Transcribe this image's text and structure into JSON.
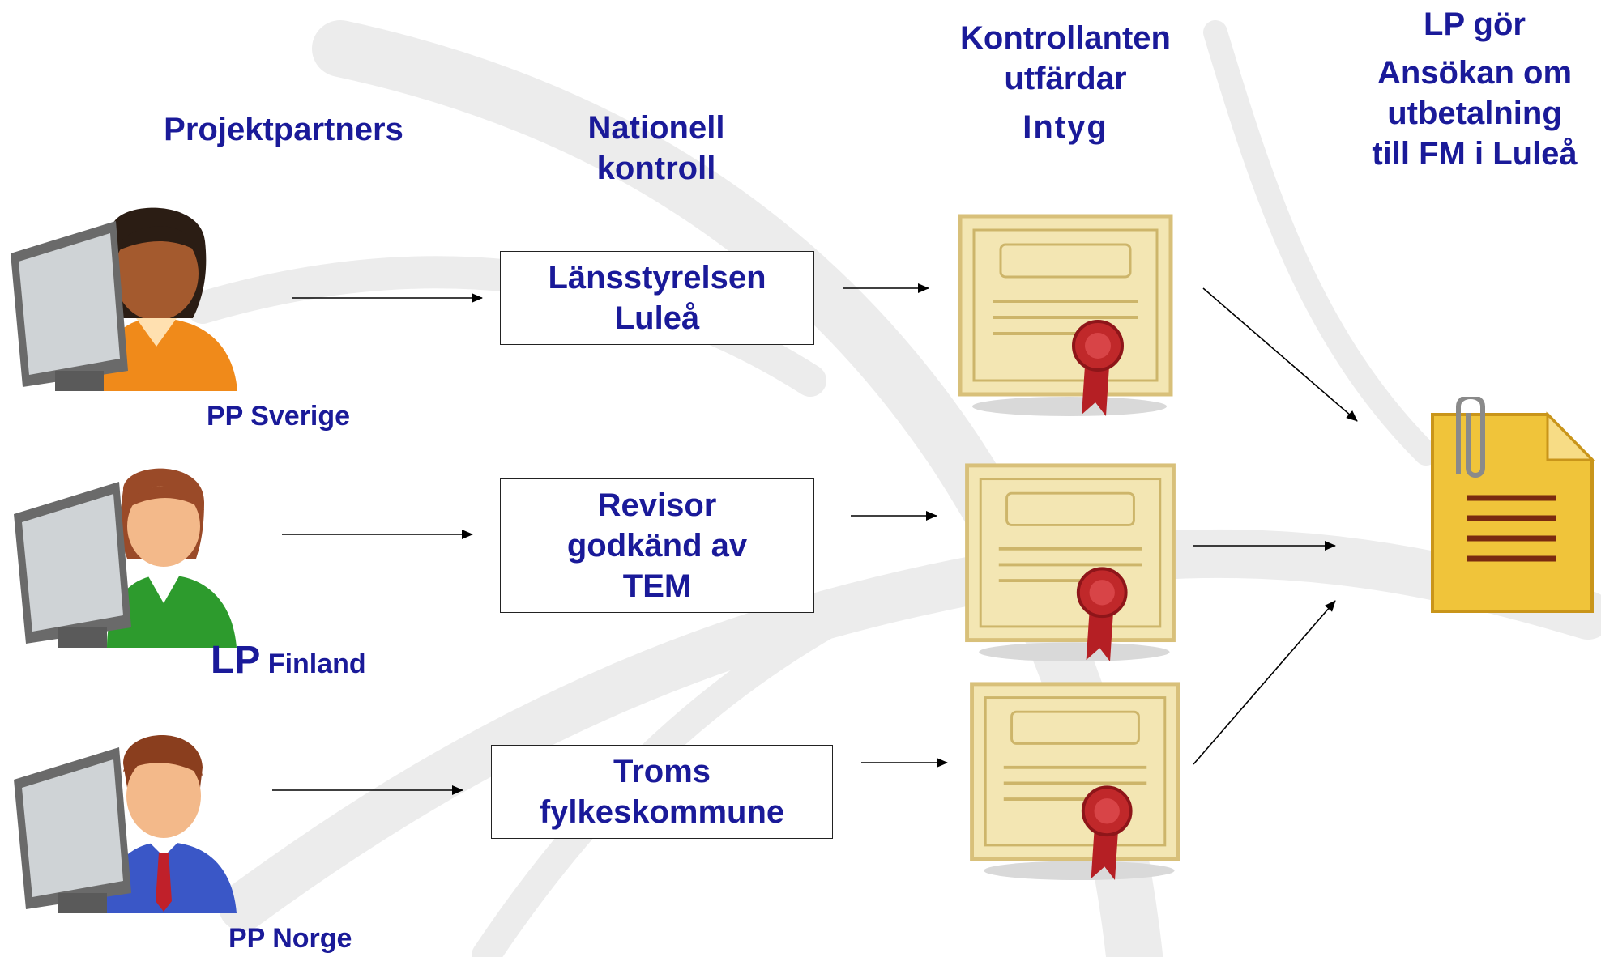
{
  "headers": {
    "partners": "Projektpartners",
    "national_control_line1": "Nationell",
    "national_control_line2": "kontroll",
    "controller_line1": "Kontrollanten",
    "controller_line2": "utfärdar",
    "controller_line3": "Intyg",
    "lp_line1": "LP gör",
    "lp_line2": "Ansökan om",
    "lp_line3": "utbetalning",
    "lp_line4": "till FM i Luleå"
  },
  "partners": [
    {
      "prefix": "PP",
      "country": "Sverige",
      "icon": "female-user-at-computer-icon",
      "shirt_color": "#f08a1a"
    },
    {
      "prefix": "LP",
      "country": "Finland",
      "icon": "female-user-at-computer-icon",
      "shirt_color": "#2d9b2d"
    },
    {
      "prefix": "PP",
      "country": "Norge",
      "icon": "male-user-at-computer-icon",
      "shirt_color": "#3a57c7"
    }
  ],
  "control_bodies": [
    {
      "line1": "Länsstyrelsen",
      "line2": "Luleå"
    },
    {
      "line1": "Revisor",
      "line2": "godkänd av",
      "line3": "TEM"
    },
    {
      "line1": "Troms",
      "line2": "fylkeskommune"
    }
  ],
  "certificates": [
    {
      "icon": "certificate-icon"
    },
    {
      "icon": "certificate-icon"
    },
    {
      "icon": "certificate-icon"
    }
  ],
  "application": {
    "icon": "clipped-document-icon"
  },
  "colors": {
    "text": "#1a1a99",
    "certificate": "#f3e6b3",
    "seal": "#c0282a",
    "document": "#f0c43a"
  }
}
